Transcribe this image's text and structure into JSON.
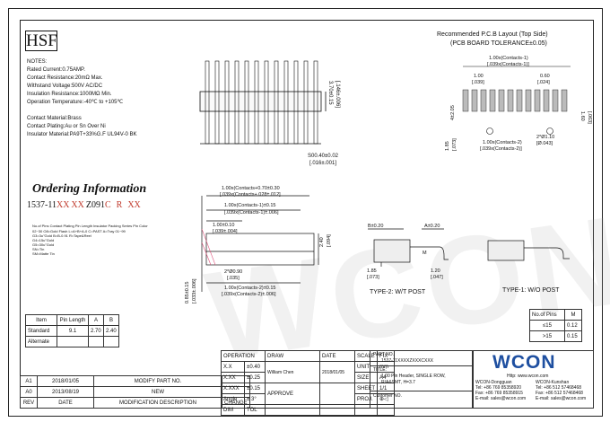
{
  "logo": "HSF",
  "notes": {
    "title": "NOTES:",
    "lines": [
      "Rated Current:0.75AMP.",
      "Contact Resistance:20mΩ Max.",
      "Withstand Voltage:500V AC/DC",
      "Insulation Resistance:1000MΩ Min.",
      "Operation Temperature:-40℃ to +105℃"
    ],
    "materials": [
      "Contact Material:Brass",
      "Contact Plating:Au or Sn Over Ni",
      "Insulator Material:PA9T+33%G.F UL94V-0 BK"
    ]
  },
  "ordering": {
    "title": "Ordering Information",
    "code_prefix": "1537-11",
    "code_groups": [
      "XX",
      "XX",
      "Z",
      "091",
      "C",
      "R",
      "XX"
    ],
    "legend": [
      "No.of Pins  Contact Plating  Pin Length  Insulator  Packing Series  Pin Color",
      "02~30   O8=Gold Flash  L=A+B+A-0  C=PAST  A=Tray  01~99",
      "          G3=3u\"Gold    B=B-0.91    R=Tape&Reel",
      "          G4=15u\"Gold",
      "          G5=30u\"Gold",
      "          SN=Tin",
      "          SM=Matte Tin"
    ]
  },
  "pcb": {
    "title": "Recommended P.C.B Layout (Top Side)",
    "subtitle": "(PCB BOARD TOLERANCE±0.05)",
    "dims": [
      "1.00x(Contacts-1)",
      "[.039x(Contacts-1)]",
      "1.00",
      "[.039]",
      "0.60",
      "[.024]",
      "4±2.05",
      "1.60",
      "[.063]",
      "1.85",
      "[.073]",
      "1.00x(Contacts-2)",
      "[.039x(Contacts-2)]",
      "2*Ø1.10",
      "[Ø.043]"
    ]
  },
  "top_view_dims": [
    "3.70±0.15",
    "[.146±.006]",
    "S00.40±0.02",
    "[.016±.001]"
  ],
  "mid_dims": [
    "1.00x(Contacts+0.70±0.30",
    "[.039x(Contacts+.028±.012]",
    "1.00x(Contacts-1)±0.15",
    "[.039x(Contacts-1)±.006]",
    "1.00±0.10",
    "[.039±.004]",
    "2.40",
    "[.094]",
    "2*Ø0.90",
    "[.035]",
    "0.85±0.15",
    "[.033±.006]",
    "1.00x(Contacts-2)±0.15",
    "[.039x(Contacts-2)±.006]"
  ],
  "side_dims": [
    "B±0.20",
    "A±0.20",
    "M",
    "1.85",
    "[.073]",
    "1.20",
    "[.047]"
  ],
  "type2_label": "TYPE-2: W/T POST",
  "type1_label": "TYPE-1: W/O POST",
  "pin_table": {
    "headers": [
      "Item",
      "Pin Length",
      "A",
      "B"
    ],
    "rows": [
      [
        "Standard",
        "9.1",
        "2.70",
        "2.40"
      ],
      [
        "Alternate",
        "",
        "",
        ""
      ]
    ]
  },
  "tol_table": {
    "headers": [
      "No.of Pins",
      "M"
    ],
    "rows": [
      [
        "≤15",
        "0.12"
      ],
      [
        ">15",
        "0.15"
      ]
    ]
  },
  "revisions": {
    "rows": [
      [
        "A1",
        "2018/01/05",
        "MODIFY PART NO."
      ],
      [
        "A0",
        "2013/08/19",
        "NEW"
      ]
    ],
    "headers": [
      "REV",
      "DATE",
      "MODIFICATION DESCRIPTION",
      "CHANGE"
    ]
  },
  "title_block": {
    "operation": "OPERATION",
    "mm": "mm",
    "tol_rows": [
      [
        "X.X",
        "±0.40"
      ],
      [
        "X.XX",
        "±0.25"
      ],
      [
        "X.XXX",
        "±0.15"
      ],
      [
        "Angle",
        "± 3°"
      ]
    ],
    "dim": "DIM",
    "tol": "TOL",
    "draw": "DRAW",
    "drawer": "William Chen",
    "date_label": "DATE",
    "date": "2018/01/05",
    "approve": "APPROVE",
    "scale": "SCALE",
    "scale_val": "FIX",
    "unit": "UNIT",
    "unit_val": "mm",
    "size": "SIZE",
    "size_val": "A4",
    "sheet": "SHEET",
    "sheet_val": "1/1",
    "proj": "PROJ.",
    "part_no_label": "PART NO.",
    "part_no": "1537-11XXXXZXXXCXXX",
    "title_label": "TITLE:",
    "title1": "1.00 Pin Header, SINGLE ROW,",
    "title2": "R/A&SMT, H=3.7",
    "customer": "Customer NO."
  },
  "company": {
    "name": "WCON",
    "http": "Http: www.wcon.com",
    "left_office": "WCON-Dongguan",
    "left_tel": "Tel: +86 769 85358920",
    "left_fax": "Fax: +86 769 85358915",
    "left_email": "E-mail: sales@wcon.com",
    "right_office": "WCON-Kunshan",
    "right_tel": "Tel: +86 512 57468468",
    "right_fax": "Fax: +86 512 57468468",
    "right_email": "E-mail: sales@wcon.com"
  },
  "watermark": "WCON",
  "colors": {
    "ordering_red": "#c0392b",
    "logo_blue": "#1e4fa0",
    "pink": "#e0507a"
  }
}
